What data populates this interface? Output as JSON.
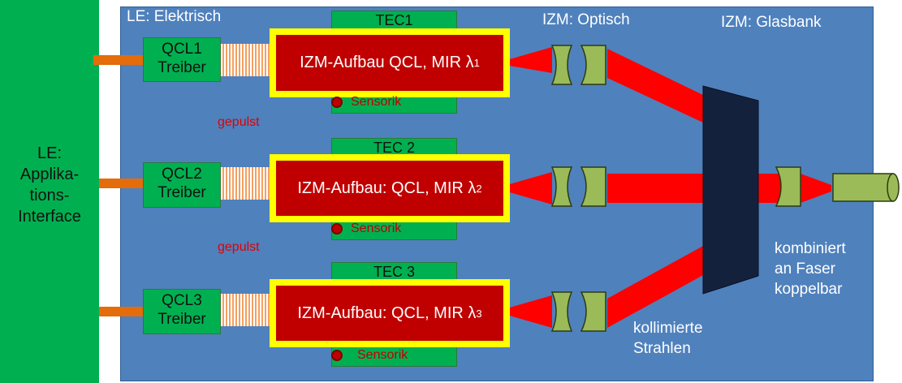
{
  "application_interface": {
    "label": "LE:\nApplika-\ntions-\nInterface"
  },
  "panels": {
    "electric": "LE: Elektrisch",
    "optical": "IZM: Optisch",
    "bench": "IZM: Glasbank"
  },
  "channels": [
    {
      "driver": "QCL1\nTreiber",
      "tec": "TEC1",
      "module": "IZM-Aufbau QCL, MIR λ",
      "subscript": "1",
      "sensor": "Sensorik",
      "mode": "gepulst"
    },
    {
      "driver": "QCL2\nTreiber",
      "tec": "TEC 2",
      "module": "IZM-Aufbau: QCL, MIR λ",
      "subscript": "2",
      "sensor": "Sensorik",
      "mode": "gepulst"
    },
    {
      "driver": "QCL3\nTreiber",
      "tec": "TEC 3",
      "module": "IZM-Aufbau: QCL, MIR λ",
      "subscript": "3",
      "sensor": "Sensorik"
    }
  ],
  "notes": {
    "collimated": "kollimierte\nStrahlen",
    "combined": "kombiniert\nan Faser\nkoppelbar"
  },
  "colors": {
    "interface_green": "#00b050",
    "panel_blue": "#4f81bd",
    "module_red": "#c00000",
    "frame_yellow": "#ffff00",
    "beam_red": "#ff0000",
    "lens_green": "#9bbb59",
    "combiner_navy": "#14213d"
  }
}
